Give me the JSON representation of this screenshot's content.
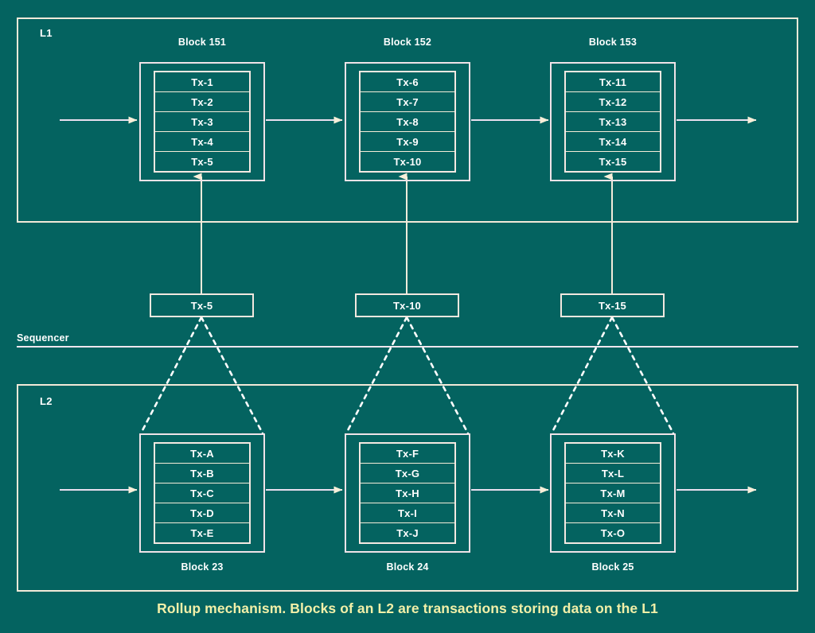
{
  "colors": {
    "background": "#046360",
    "stroke": "#f3ead9",
    "text": "#ffffff",
    "caption": "#f2f0a8",
    "dashed": "#ffffff"
  },
  "layers": {
    "l1": {
      "tag": "L1"
    },
    "l2": {
      "tag": "L2"
    }
  },
  "sequencer": {
    "label": "Sequencer"
  },
  "l1_blocks": [
    {
      "label": "Block 151",
      "txs": [
        "Tx-1",
        "Tx-2",
        "Tx-3",
        "Tx-4",
        "Tx-5"
      ]
    },
    {
      "label": "Block 152",
      "txs": [
        "Tx-6",
        "Tx-7",
        "Tx-8",
        "Tx-9",
        "Tx-10"
      ]
    },
    {
      "label": "Block 153",
      "txs": [
        "Tx-11",
        "Tx-12",
        "Tx-13",
        "Tx-14",
        "Tx-15"
      ]
    }
  ],
  "mid_txs": [
    {
      "label": "Tx-5"
    },
    {
      "label": "Tx-10"
    },
    {
      "label": "Tx-15"
    }
  ],
  "l2_blocks": [
    {
      "label": "Block 23",
      "txs": [
        "Tx-A",
        "Tx-B",
        "Tx-C",
        "Tx-D",
        "Tx-E"
      ]
    },
    {
      "label": "Block 24",
      "txs": [
        "Tx-F",
        "Tx-G",
        "Tx-H",
        "Tx-I",
        "Tx-J"
      ]
    },
    {
      "label": "Block 25",
      "txs": [
        "Tx-K",
        "Tx-L",
        "Tx-M",
        "Tx-N",
        "Tx-O"
      ]
    }
  ],
  "caption": {
    "text": "Rollup mechanism. Blocks of an L2 are transactions storing data on the L1"
  }
}
